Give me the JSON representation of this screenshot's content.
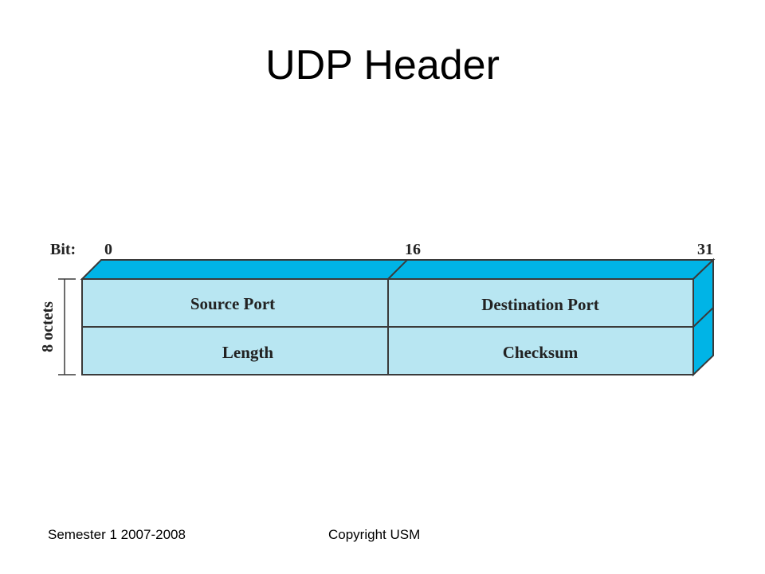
{
  "slide": {
    "title": "UDP Header",
    "footer_left": "Semester 1 2007-2008",
    "footer_center": "Copyright USM"
  },
  "diagram": {
    "bit_label": "Bit:",
    "bit_markers": [
      "0",
      "16",
      "31"
    ],
    "size_label": "8 octets",
    "rows": [
      [
        "Source Port",
        "Destination Port"
      ],
      [
        "Length",
        "Checksum"
      ]
    ],
    "colors": {
      "face": "#b8e6f2",
      "top": "#00b4e6",
      "side": "#00b4e6",
      "stroke": "#3a3a3a"
    }
  }
}
